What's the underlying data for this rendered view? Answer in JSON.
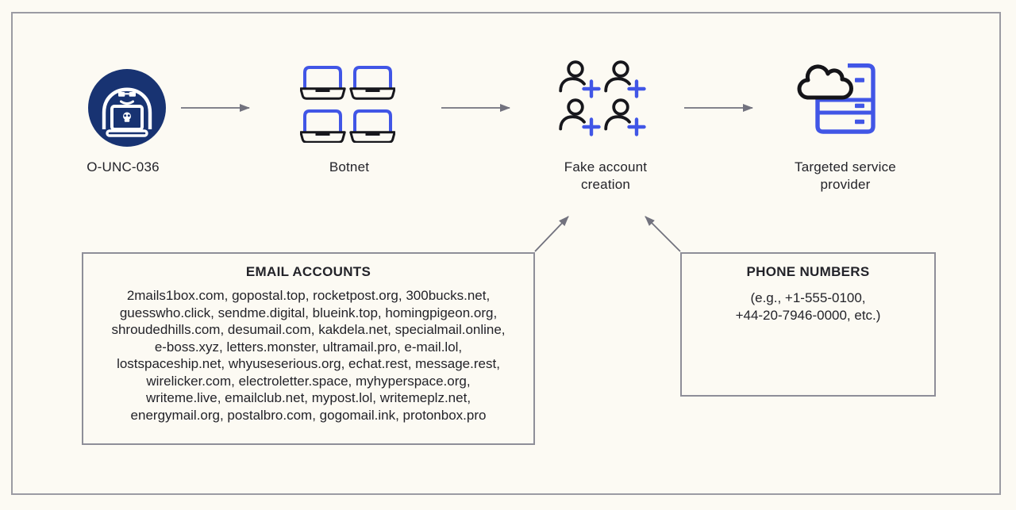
{
  "nodes": {
    "actor": {
      "label": "O-UNC-036",
      "icon": "hooded-hacker-laptop-icon"
    },
    "botnet": {
      "label": "Botnet",
      "icon": "laptop-grid-icon"
    },
    "fake_accounts": {
      "label": "Fake account creation",
      "icon": "add-users-icon"
    },
    "provider": {
      "label": "Targeted service provider",
      "icon": "cloud-server-icon"
    }
  },
  "boxes": {
    "email": {
      "title": "EMAIL ACCOUNTS",
      "lines": [
        "2mails1box.com, gopostal.top, rocketpost.org, 300bucks.net,",
        "guesswho.click, sendme.digital, blueink.top, homingpigeon.org,",
        "shroudedhills.com, desumail.com, kakdela.net, specialmail.online,",
        "e-boss.xyz, letters.monster, ultramail.pro, e-mail.lol,",
        "lostspaceship.net, whyuseserious.org, echat.rest, message.rest,",
        "wirelicker.com, electroletter.space, myhyperspace.org,",
        "writeme.live, emailclub.net, mypost.lol, writemeplz.net,",
        "energymail.org, postalbro.com, gogomail.ink, protonbox.pro"
      ]
    },
    "phone": {
      "title": "PHONE NUMBERS",
      "lines": [
        "(e.g., +1-555-0100,",
        "+44-20-7946-0000, etc.)"
      ]
    }
  },
  "colors": {
    "background": "#FCFAF3",
    "accent_blue": "#4156E6",
    "navy_circle": "#183372",
    "icon_black": "#17171C",
    "arrow_gray": "#72727E",
    "frame_border": "#9B9BA3",
    "box_border": "#8E8E98",
    "text": "#232329"
  }
}
